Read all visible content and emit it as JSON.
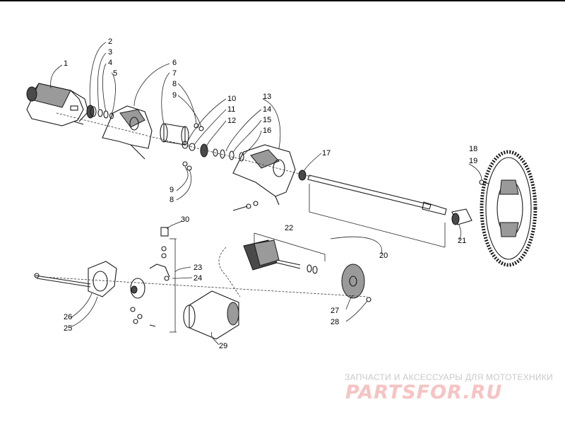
{
  "diagram": {
    "callouts": [
      "1",
      "2",
      "3",
      "4",
      "5",
      "6",
      "7",
      "8",
      "9",
      "10",
      "11",
      "12",
      "13",
      "14",
      "15",
      "16",
      "17",
      "18",
      "19",
      "20",
      "21",
      "22",
      "23",
      "24",
      "25",
      "26",
      "27",
      "28",
      "29",
      "30"
    ],
    "callout_9b": "9",
    "callout_8b": "8"
  },
  "watermark": {
    "caption": "ЗАПЧАСТИ И АКСЕССУАРЫ ДЛЯ МОТОТЕХНИКИ",
    "logo": "PARTSFOR.RU"
  },
  "colors": {
    "line": "#1a1a1a",
    "watermark_caption": "#c9c9c9",
    "watermark_logo": "#f6c3c3"
  }
}
